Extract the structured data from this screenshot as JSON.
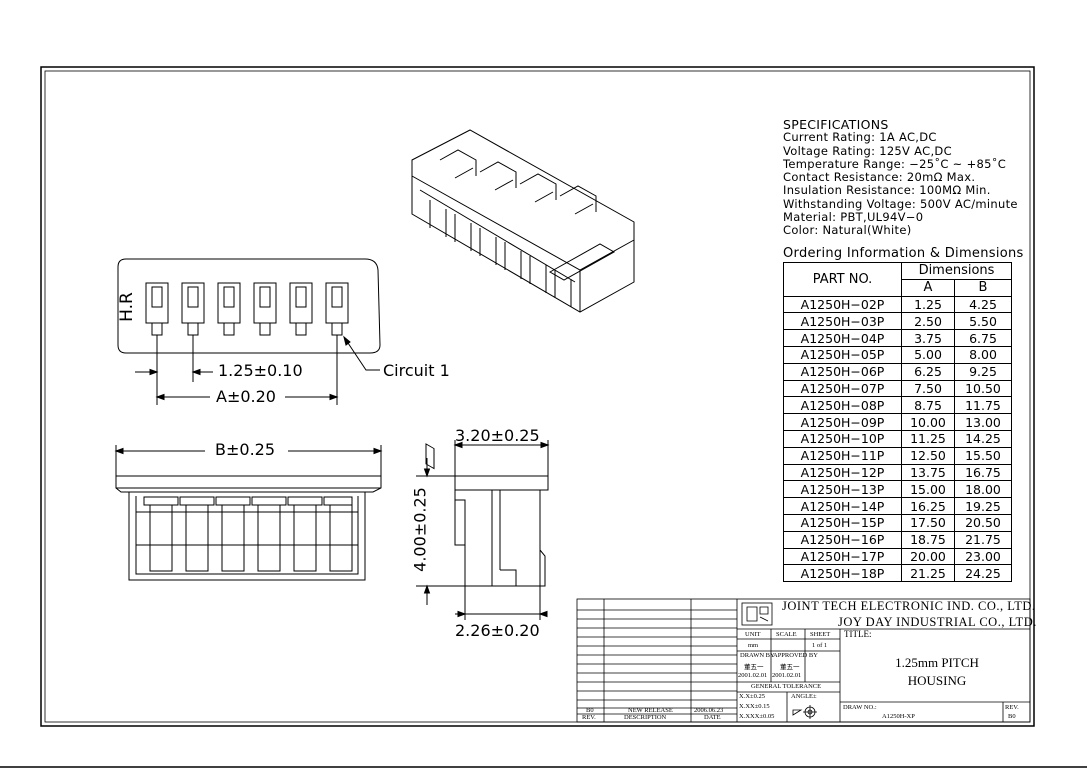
{
  "specifications": {
    "heading": "SPECIFICATIONS",
    "lines": [
      "Current  Rating:  1A  AC,DC",
      "Voltage  Rating:  125V  AC,DC",
      "Temperature  Range:  −25˚C  ~  +85˚C",
      "Contact  Resistance:  20mΩ  Max.",
      "Insulation  Resistance:  100MΩ  Min.",
      "Withstanding  Voltage:  500V  AC/minute",
      "Material:  PBT,UL94V−0",
      "Color:  Natural(White)"
    ]
  },
  "ordering": {
    "title": "Ordering  Information  &  Dimensions",
    "col_part": "PART  NO.",
    "col_dims": "Dimensions",
    "col_a": "A",
    "col_b": "B",
    "rows": [
      [
        "A1250H−02P",
        "1.25",
        "4.25"
      ],
      [
        "A1250H−03P",
        "2.50",
        "5.50"
      ],
      [
        "A1250H−04P",
        "3.75",
        "6.75"
      ],
      [
        "A1250H−05P",
        "5.00",
        "8.00"
      ],
      [
        "A1250H−06P",
        "6.25",
        "9.25"
      ],
      [
        "A1250H−07P",
        "7.50",
        "10.50"
      ],
      [
        "A1250H−08P",
        "8.75",
        "11.75"
      ],
      [
        "A1250H−09P",
        "10.00",
        "13.00"
      ],
      [
        "A1250H−10P",
        "11.25",
        "14.25"
      ],
      [
        "A1250H−11P",
        "12.50",
        "15.50"
      ],
      [
        "A1250H−12P",
        "13.75",
        "16.75"
      ],
      [
        "A1250H−13P",
        "15.00",
        "18.00"
      ],
      [
        "A1250H−14P",
        "16.25",
        "19.25"
      ],
      [
        "A1250H−15P",
        "17.50",
        "20.50"
      ],
      [
        "A1250H−16P",
        "18.75",
        "21.75"
      ],
      [
        "A1250H−17P",
        "20.00",
        "23.00"
      ],
      [
        "A1250H−18P",
        "21.25",
        "24.25"
      ]
    ]
  },
  "dimensions": {
    "pitch": "1.25±0.10",
    "a": "A±0.20",
    "b": "B±0.25",
    "width": "3.20±0.25",
    "height": "4.00±0.25",
    "depth": "2.26±0.20",
    "circuit": "Circuit  1",
    "marking": "H.R"
  },
  "title_block": {
    "company1": "JOINT  TECH  ELECTRONIC  IND.  CO.,  LTD.",
    "company2": "JOY  DAY  INDUSTRIAL  CO.,  LTD.",
    "title_label": "TITLE:",
    "title_line1": "1.25mm  PITCH",
    "title_line2": "HOUSING",
    "unit_label": "UNIT",
    "unit_value": "mm",
    "scale_label": "SCALE",
    "sheet_label": "SHEET",
    "sheet_value": "1 of 1",
    "drawn_label": "DRAWN BY",
    "drawn_name": "董五一",
    "drawn_date": "2001.02.01",
    "approved_label": "APPROVED BY",
    "approved_name": "董五一",
    "approved_date": "2001.02.01",
    "tolerance_label": "GENERAL  TOLERANCE",
    "tol1": "X.X±0.25",
    "tol2": "X.XX±0.15",
    "tol3": "X.XXX±0.05",
    "angle_label": "ANGLE±",
    "draw_no_label": "DRAW NO.:",
    "draw_no": "A1250H-XP",
    "rev_label": "REV.",
    "rev_value": "B0",
    "rev_row": {
      "rev": "B0",
      "desc": "NEW RELEASE",
      "date": "2006.06.23"
    },
    "rev_head": {
      "rev": "REV.",
      "desc": "DESCRIPTION",
      "date": "DATE"
    }
  }
}
